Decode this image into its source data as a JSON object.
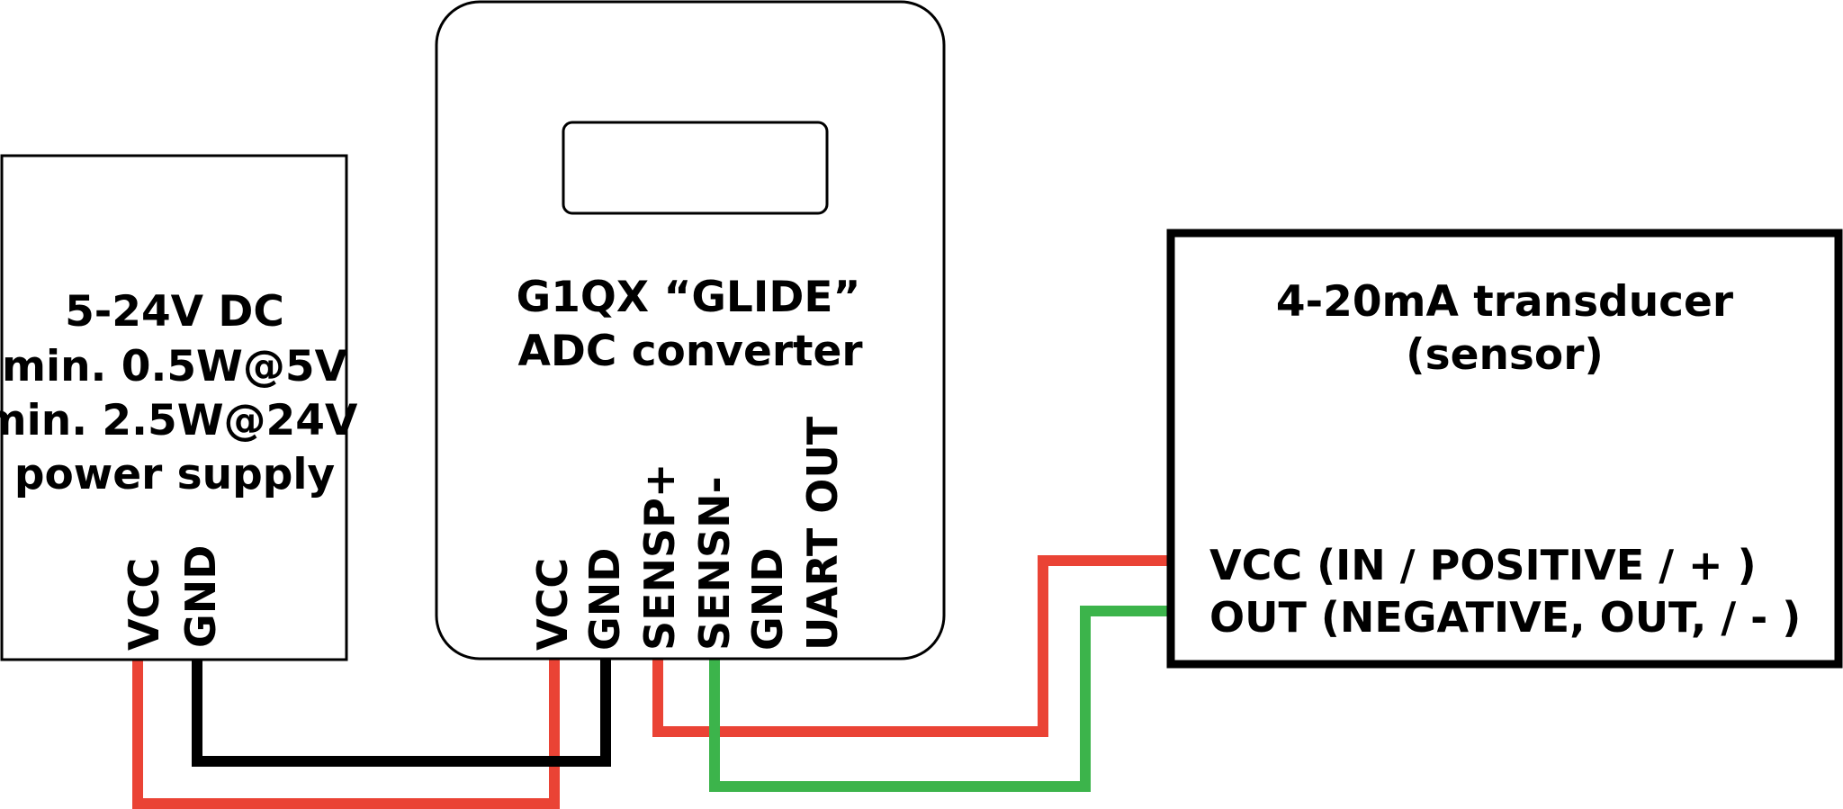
{
  "colors": {
    "background": "#ffffff",
    "outline": "#000000",
    "wire_red": "#ea4335",
    "wire_black": "#000000",
    "wire_green": "#3cb44b"
  },
  "power_supply": {
    "lines": [
      "5-24V DC",
      "min. 0.5W@5V",
      "min. 2.5W@24V",
      "power supply"
    ],
    "pins": [
      "VCC",
      "GND"
    ]
  },
  "adc": {
    "lines": [
      "G1QX “GLIDE”",
      "ADC converter"
    ],
    "pins": [
      "VCC",
      "GND",
      "SENSP+",
      "SENSN-",
      "GND",
      "UART OUT"
    ]
  },
  "transducer": {
    "lines": [
      "4-20mA transducer",
      "(sensor)"
    ],
    "pins": [
      "VCC (IN / POSITIVE / + )",
      "OUT (NEGATIVE, OUT, / - )"
    ]
  }
}
